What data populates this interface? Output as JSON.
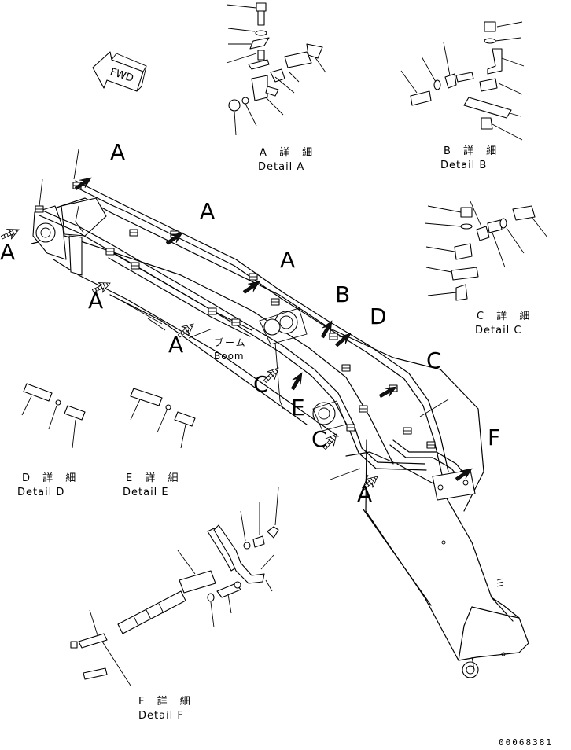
{
  "drawing_code": "00068381",
  "orientation": {
    "label": "FWD"
  },
  "main_part": {
    "jp": "ブーム",
    "en": "Boom"
  },
  "callouts": {
    "a1": "A",
    "a2": "A",
    "a3": "A",
    "a4": "A",
    "a5": "A",
    "a6": "A",
    "a7": "A",
    "b": "B",
    "c1": "C",
    "c2": "C",
    "c3": "C",
    "d": "D",
    "e": "E",
    "f": "F"
  },
  "details": {
    "a": {
      "jp": "A 詳 細",
      "en": "Detail A"
    },
    "b": {
      "jp": "B 詳 細",
      "en": "Detail B"
    },
    "c": {
      "jp": "C 詳 細",
      "en": "Detail C"
    },
    "d": {
      "jp": "D 詳 細",
      "en": "Detail D"
    },
    "e": {
      "jp": "E 詳 細",
      "en": "Detail E"
    },
    "f": {
      "jp": "F 詳 細",
      "en": "Detail F"
    }
  }
}
